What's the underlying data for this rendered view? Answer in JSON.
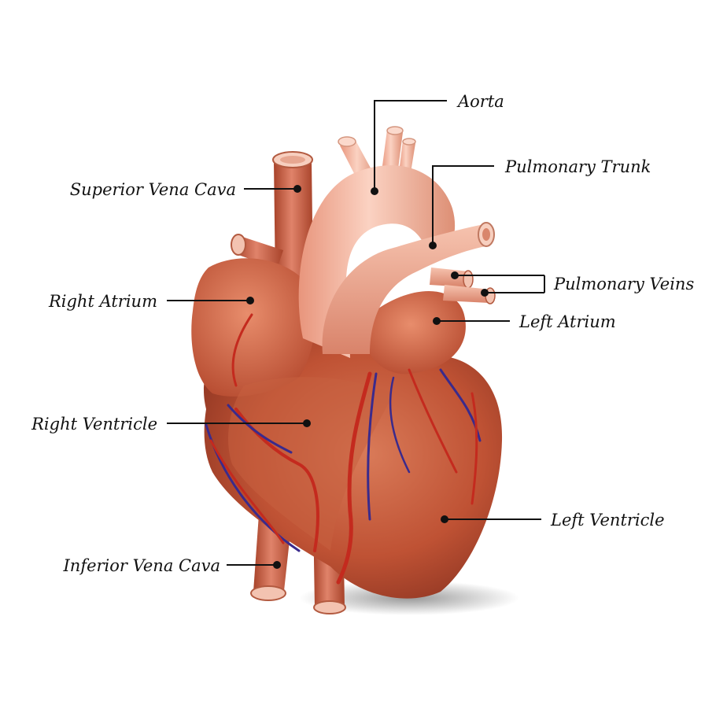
{
  "diagram": {
    "labels": {
      "aorta": "Aorta",
      "pulmonary_trunk": "Pulmonary Trunk",
      "superior_vena_cava": "Superior Vena Cava",
      "pulmonary_veins": "Pulmonary Veins",
      "right_atrium": "Right Atrium",
      "left_atrium": "Left Atrium",
      "right_ventricle": "Right Ventricle",
      "left_ventricle": "Left Ventricle",
      "inferior_vena_cava": "Inferior Vena Cava"
    },
    "colors": {
      "myocardium": "#c0573a",
      "myocardium_dark": "#8e3522",
      "vessel": "#f1b59e",
      "vessel_shade": "#d98c73",
      "artery": "#c42a1e",
      "vein": "#3a2a8c",
      "label_text": "#111111",
      "background": "#ffffff"
    }
  }
}
